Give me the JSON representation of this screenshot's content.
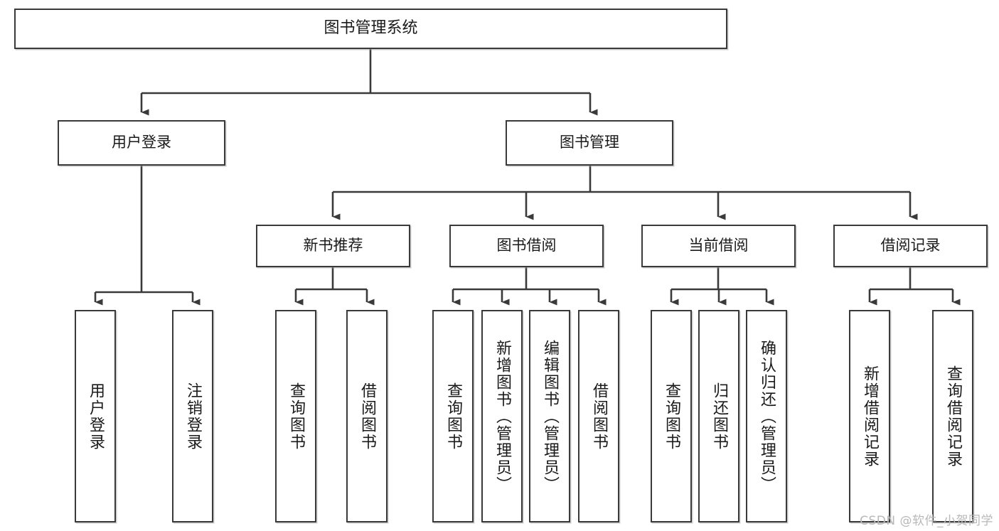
{
  "diagram": {
    "title": "图书管理系统",
    "type": "tree",
    "orientation": "top-down",
    "colors": {
      "background": "#ffffff",
      "node_border": "#3a3a3a",
      "node_fill": "#ffffff",
      "edge": "#3a3a3a",
      "text": "#1a1a1a",
      "watermark": "#b8b8b8"
    },
    "nodes": {
      "root": {
        "label": "图书管理系统"
      },
      "level2": [
        {
          "label": "用户登录"
        },
        {
          "label": "图书管理"
        }
      ],
      "level3": [
        {
          "label": "新书推荐"
        },
        {
          "label": "图书借阅"
        },
        {
          "label": "当前借阅"
        },
        {
          "label": "借阅记录"
        }
      ],
      "leaves": {
        "user_login": [
          {
            "label": "用户登录"
          },
          {
            "label": "注销登录"
          }
        ],
        "new_book_recommend": [
          {
            "label": "查询图书"
          },
          {
            "label": "借阅图书"
          }
        ],
        "book_borrow": [
          {
            "label": "查询图书"
          },
          {
            "label": "新增图书（管理员）"
          },
          {
            "label": "编辑图书（管理员）"
          },
          {
            "label": "借阅图书"
          }
        ],
        "current_borrow": [
          {
            "label": "查询图书"
          },
          {
            "label": "归还图书"
          },
          {
            "label": "确认归还（管理员）"
          }
        ],
        "borrow_record": [
          {
            "label": "新增借阅记录"
          },
          {
            "label": "查询借阅记录"
          }
        ]
      }
    }
  },
  "watermark": {
    "text": "CSDN @软件_小贺同学"
  }
}
